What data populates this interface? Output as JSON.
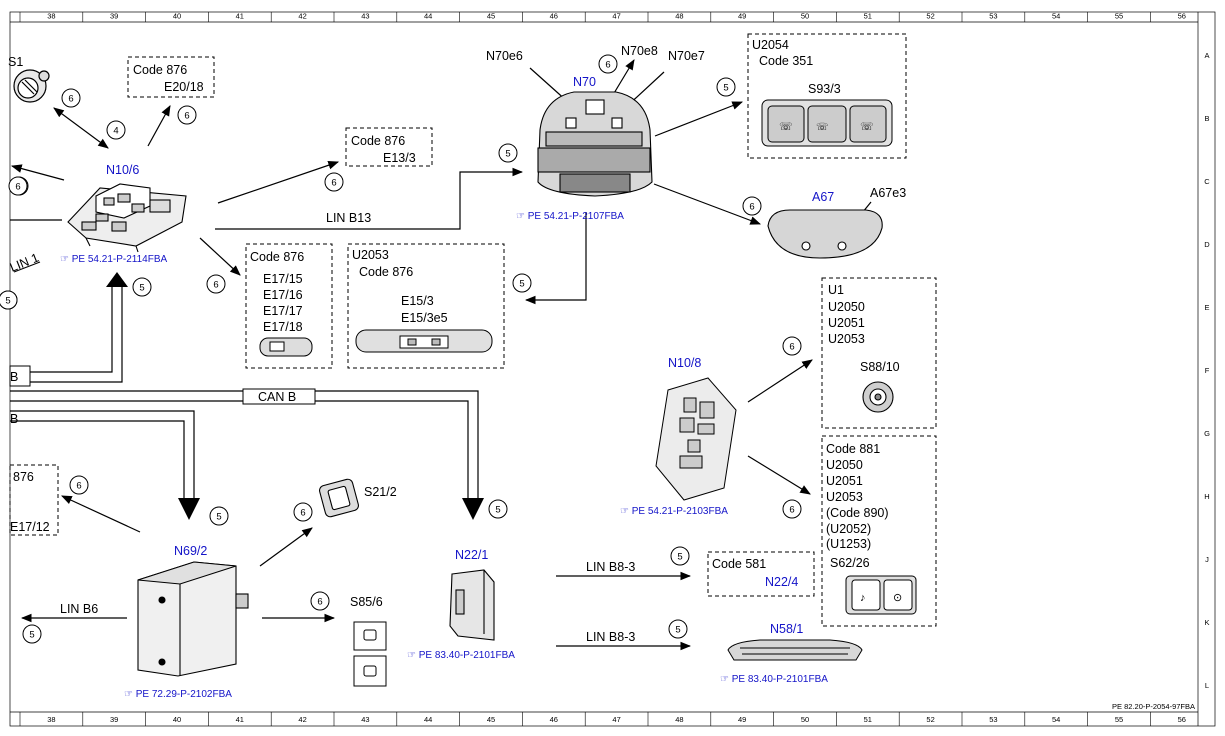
{
  "grid": {
    "columns": [
      "38",
      "39",
      "40",
      "41",
      "42",
      "43",
      "44",
      "45",
      "46",
      "47",
      "48",
      "49",
      "50",
      "51",
      "52",
      "53",
      "54",
      "55",
      "56"
    ],
    "rows": [
      "A",
      "B",
      "C",
      "D",
      "E",
      "F",
      "G",
      "H",
      "J",
      "K",
      "L"
    ]
  },
  "footer_ref": "PE 82.20-P-2054-97FBA",
  "components": {
    "s1": "S1",
    "n10_6": "N10/6",
    "n70": "N70",
    "n70e6": "N70e6",
    "n70e7": "N70e7",
    "n70e8": "N70e8",
    "a67": "A67",
    "a67e3": "A67e3",
    "s93_3": "S93/3",
    "n10_8": "N10/8",
    "s88_10": "S88/10",
    "s62_26": "S62/26",
    "n69_2": "N69/2",
    "s21_2": "S21/2",
    "s85_6": "S85/6",
    "n22_1": "N22/1",
    "n22_4": "N22/4",
    "n58_1": "N58/1"
  },
  "refs": {
    "n10_6": "PE 54.21-P-2114FBA",
    "n70": "PE 54.21-P-2107FBA",
    "n10_8": "PE 54.21-P-2103FBA",
    "n69_2": "PE 72.29-P-2102FBA",
    "n22_1": "PE 83.40-P-2101FBA",
    "n58_1": "PE 83.40-P-2101FBA"
  },
  "boxes": {
    "b1": [
      "Code 876",
      "E20/18"
    ],
    "b2": [
      "Code 876",
      "E13/3"
    ],
    "b3": [
      "Code 876",
      "E17/15",
      "E17/16",
      "E17/17",
      "E17/18"
    ],
    "b4": [
      "U2053",
      "Code 876",
      "E15/3",
      "E15/3e5"
    ],
    "b5": [
      "U2054",
      "Code 351"
    ],
    "b6": [
      "U1",
      "U2050",
      "U2051",
      "U2053"
    ],
    "b7": [
      "Code 881",
      "U2050",
      "U2051",
      "U2053",
      "(Code 890)",
      "(U2052)",
      "(U1253)"
    ],
    "b8": [
      "Code 581"
    ],
    "b9": [
      "876",
      "E17/12"
    ]
  },
  "buses": {
    "lin_b13": "LIN B13",
    "lin_1": "LIN 1",
    "can_b": "CAN B",
    "b_top": "B",
    "b_mid": "B",
    "lin_b6": "LIN B6",
    "lin_b8_3_a": "LIN B8-3",
    "lin_b8_3_b": "LIN B8-3"
  },
  "callouts": {
    "c1": "6",
    "c2": "4",
    "c3": "6",
    "c4": "6",
    "c5": "6",
    "c6": "5",
    "c7": "5",
    "c8": "6",
    "c9": "6",
    "c10": "5",
    "c11": "6",
    "c12": "5",
    "c13": "5",
    "c14": "6",
    "c15": "6",
    "c16": "6",
    "c17": "5",
    "c18": "5",
    "c19": "6",
    "c20": "5",
    "c21": "5",
    "c22": "6",
    "c23": "6",
    "c24": "5"
  }
}
